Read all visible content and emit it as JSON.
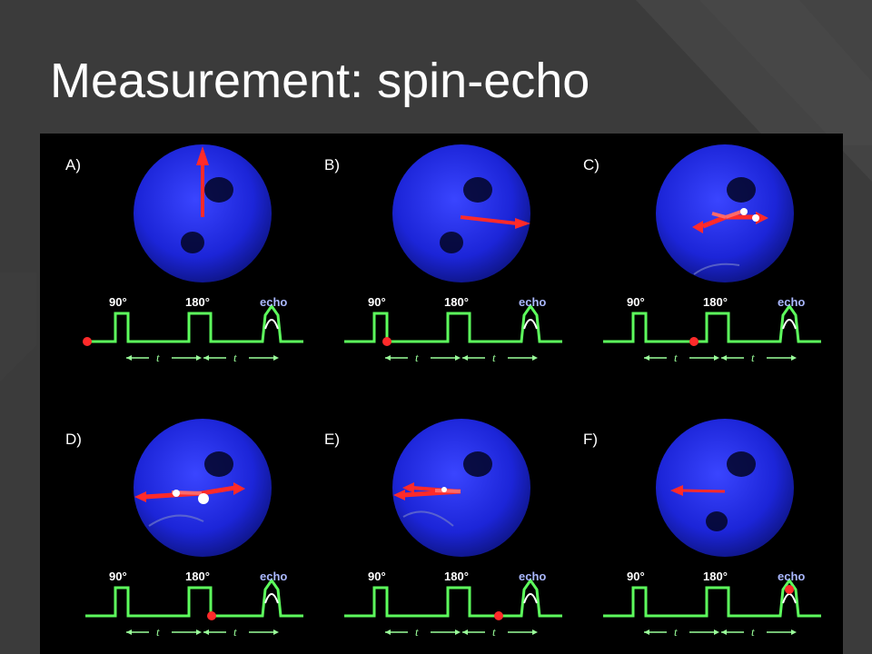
{
  "slide": {
    "title": "Measurement: spin-echo"
  },
  "colors": {
    "background": "#3b3b3b",
    "sphere": "#1c25d8",
    "arrow": "#ff2a2a",
    "sequence": "#5dff5d",
    "echo_label": "#aab8ff"
  },
  "sequence_labels": {
    "pulse1": "90°",
    "pulse2": "180°",
    "echo": "echo",
    "time": "t"
  },
  "panels": [
    {
      "label": "A)",
      "state": "initial-vertical",
      "marker": "start"
    },
    {
      "label": "B)",
      "state": "tipped-90",
      "marker": "after-90"
    },
    {
      "label": "C)",
      "state": "dephasing",
      "marker": "before-180"
    },
    {
      "label": "D)",
      "state": "after-180-flip",
      "marker": "after-180"
    },
    {
      "label": "E)",
      "state": "rephasing",
      "marker": "before-echo"
    },
    {
      "label": "F)",
      "state": "refocused-echo",
      "marker": "echo-peak"
    }
  ]
}
